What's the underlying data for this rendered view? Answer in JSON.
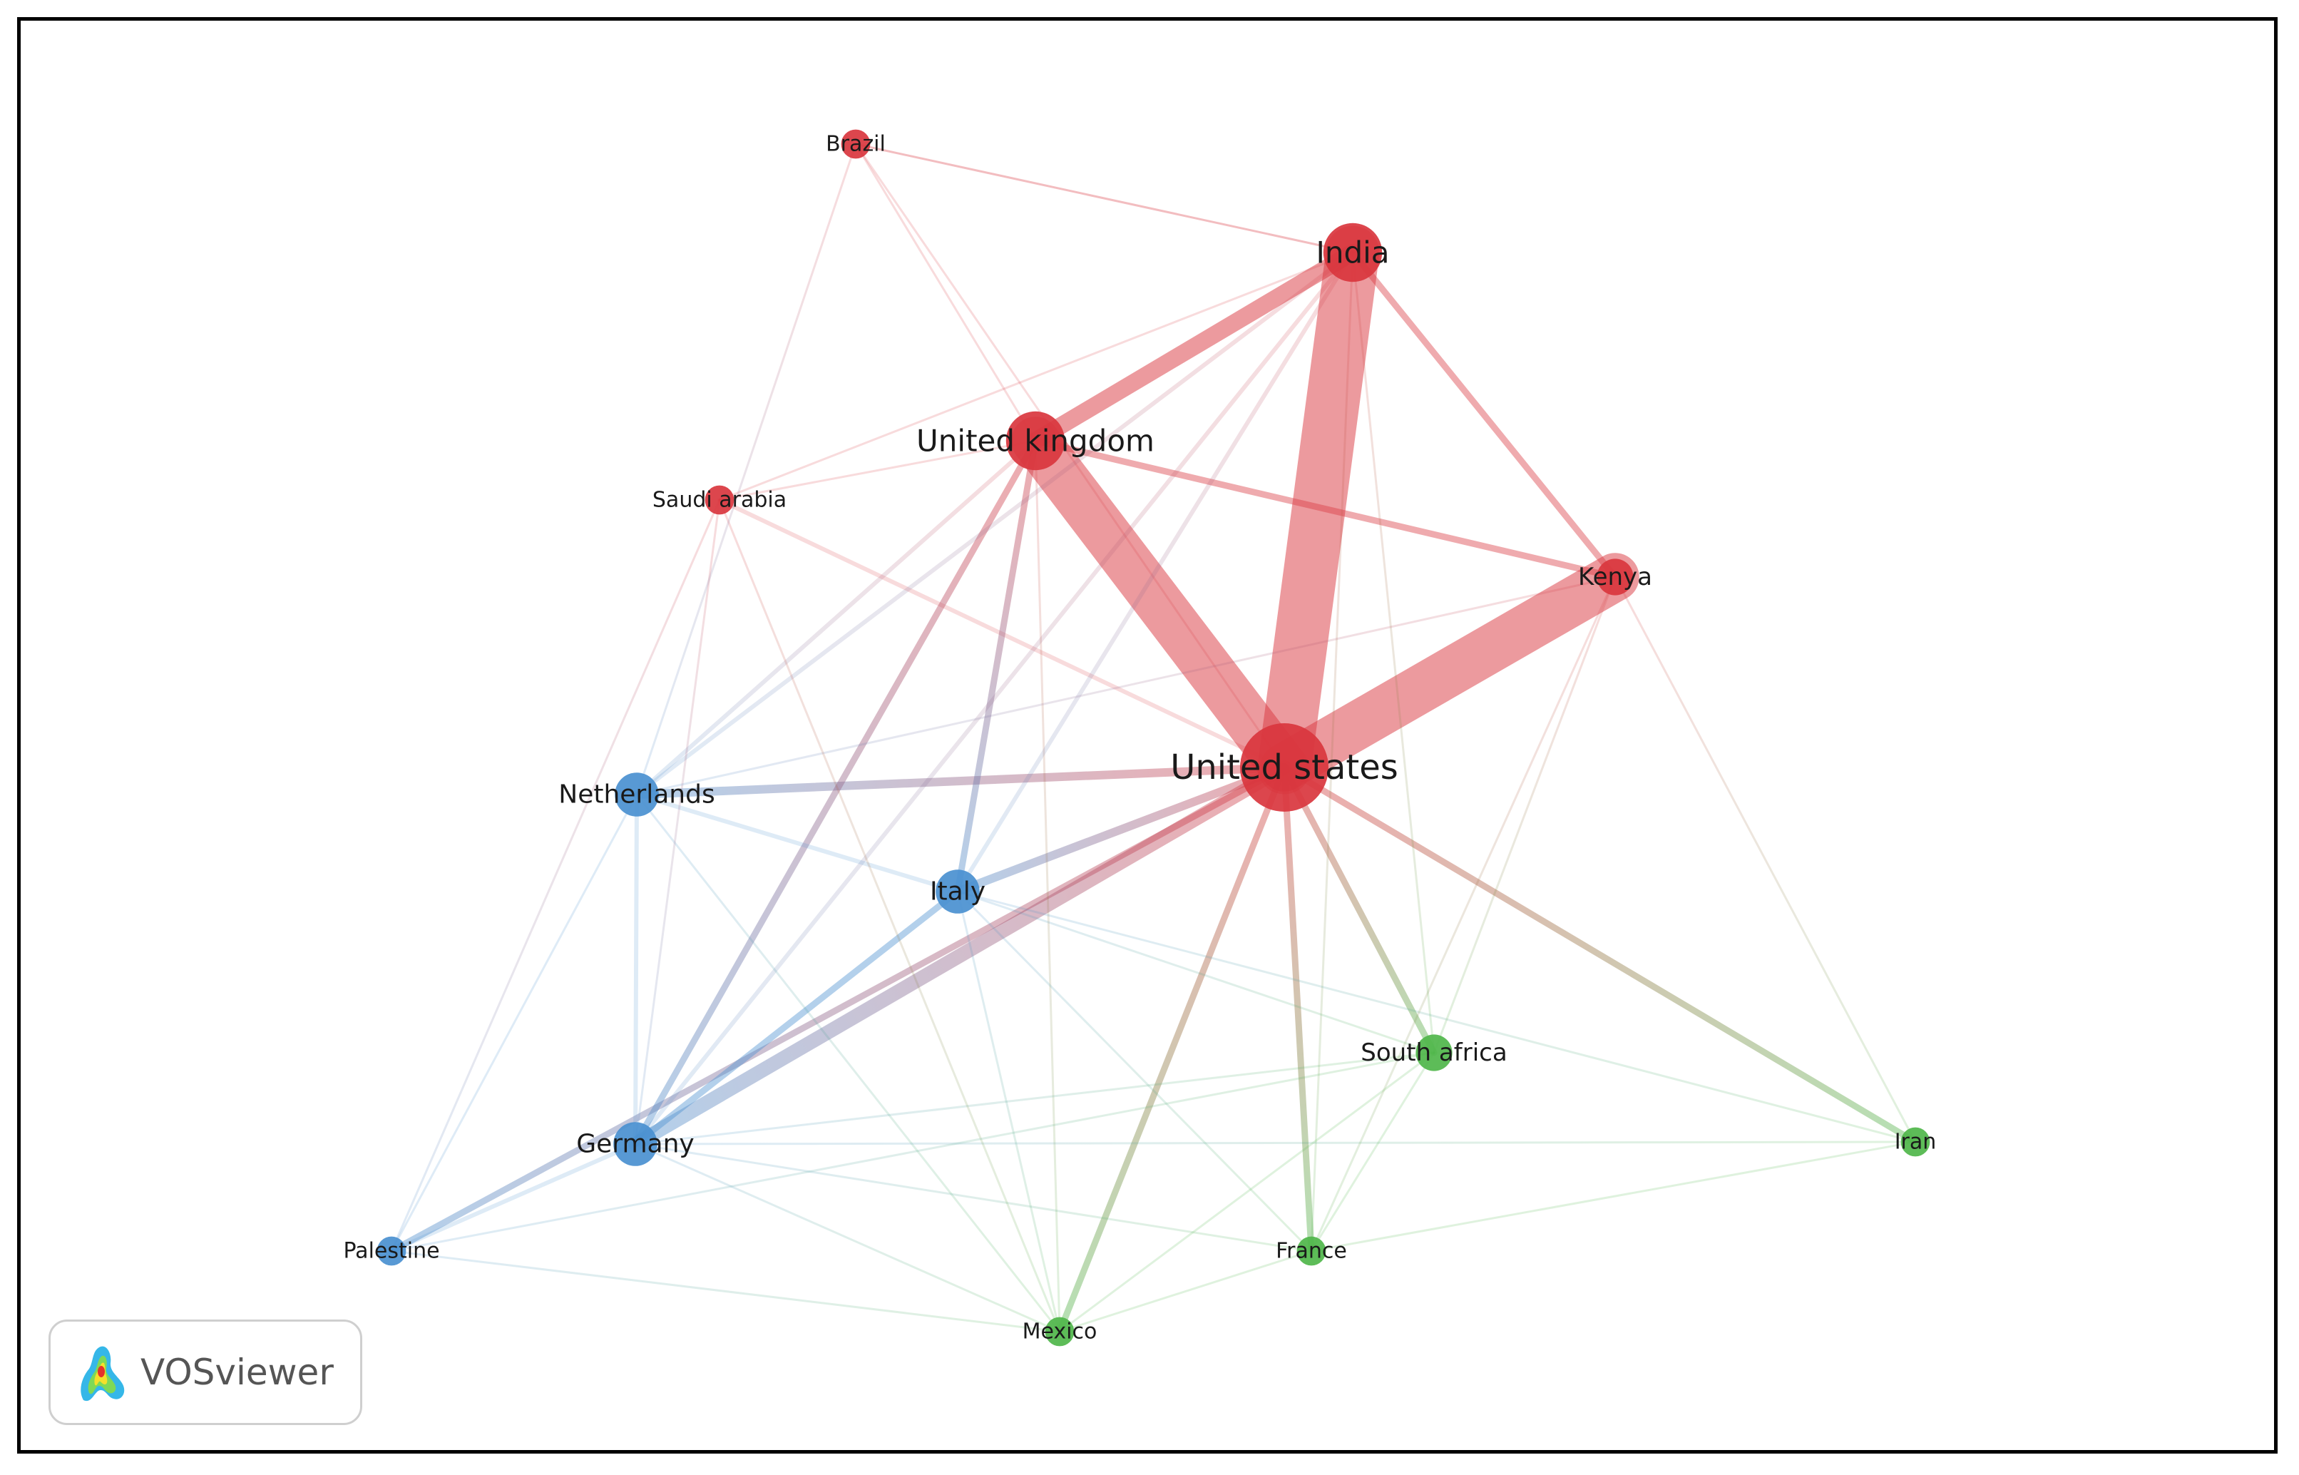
{
  "clusters": {
    "red": "#d9363e",
    "blue": "#4a90d0",
    "green": "#4fb64a"
  },
  "nodes": [
    {
      "id": "us",
      "label": "United states",
      "cluster": "red",
      "weight": 10
    },
    {
      "id": "in",
      "label": "India",
      "cluster": "red",
      "weight": 6
    },
    {
      "id": "uk",
      "label": "United kingdom",
      "cluster": "red",
      "weight": 6
    },
    {
      "id": "br",
      "label": "Brazil",
      "cluster": "red",
      "weight": 2
    },
    {
      "id": "sa",
      "label": "Saudi arabia",
      "cluster": "red",
      "weight": 2
    },
    {
      "id": "ke",
      "label": "Kenya",
      "cluster": "red",
      "weight": 3
    },
    {
      "id": "nl",
      "label": "Netherlands",
      "cluster": "blue",
      "weight": 4
    },
    {
      "id": "it",
      "label": "Italy",
      "cluster": "blue",
      "weight": 4
    },
    {
      "id": "de",
      "label": "Germany",
      "cluster": "blue",
      "weight": 4
    },
    {
      "id": "ps",
      "label": "Palestine",
      "cluster": "blue",
      "weight": 2
    },
    {
      "id": "za",
      "label": "South africa",
      "cluster": "green",
      "weight": 3
    },
    {
      "id": "ir",
      "label": "Iran",
      "cluster": "green",
      "weight": 2
    },
    {
      "id": "fr",
      "label": "France",
      "cluster": "green",
      "weight": 2
    },
    {
      "id": "mx",
      "label": "Mexico",
      "cluster": "green",
      "weight": 2
    }
  ],
  "links": [
    [
      "us",
      "in",
      10
    ],
    [
      "us",
      "uk",
      9
    ],
    [
      "us",
      "ke",
      9
    ],
    [
      "in",
      "uk",
      6
    ],
    [
      "uk",
      "ke",
      3
    ],
    [
      "in",
      "ke",
      3
    ],
    [
      "us",
      "nl",
      4
    ],
    [
      "us",
      "it",
      4
    ],
    [
      "us",
      "de",
      5
    ],
    [
      "us",
      "ps",
      3
    ],
    [
      "us",
      "za",
      3
    ],
    [
      "us",
      "ir",
      3
    ],
    [
      "us",
      "fr",
      3
    ],
    [
      "us",
      "mx",
      3
    ],
    [
      "us",
      "sa",
      2
    ],
    [
      "us",
      "br",
      1
    ],
    [
      "uk",
      "de",
      3
    ],
    [
      "uk",
      "it",
      3
    ],
    [
      "uk",
      "nl",
      2
    ],
    [
      "uk",
      "sa",
      1
    ],
    [
      "uk",
      "br",
      1
    ],
    [
      "uk",
      "mx",
      1
    ],
    [
      "in",
      "de",
      2
    ],
    [
      "in",
      "nl",
      2
    ],
    [
      "in",
      "it",
      2
    ],
    [
      "in",
      "sa",
      1
    ],
    [
      "in",
      "br",
      1
    ],
    [
      "in",
      "za",
      1
    ],
    [
      "in",
      "fr",
      1
    ],
    [
      "it",
      "de",
      3
    ],
    [
      "it",
      "nl",
      2
    ],
    [
      "it",
      "za",
      1
    ],
    [
      "it",
      "fr",
      1
    ],
    [
      "it",
      "mx",
      1
    ],
    [
      "it",
      "ir",
      1
    ],
    [
      "nl",
      "de",
      2
    ],
    [
      "nl",
      "ps",
      1
    ],
    [
      "nl",
      "ke",
      1
    ],
    [
      "nl",
      "mx",
      1
    ],
    [
      "de",
      "ps",
      2
    ],
    [
      "de",
      "za",
      1
    ],
    [
      "de",
      "fr",
      1
    ],
    [
      "de",
      "mx",
      1
    ],
    [
      "de",
      "ir",
      1
    ],
    [
      "za",
      "fr",
      1
    ],
    [
      "za",
      "mx",
      1
    ],
    [
      "za",
      "ke",
      1
    ],
    [
      "ke",
      "ir",
      1
    ],
    [
      "ke",
      "fr",
      1
    ],
    [
      "sa",
      "ps",
      1
    ],
    [
      "sa",
      "mx",
      1
    ],
    [
      "sa",
      "de",
      1
    ],
    [
      "br",
      "in",
      1
    ],
    [
      "br",
      "nl",
      1
    ],
    [
      "fr",
      "ir",
      1
    ],
    [
      "fr",
      "mx",
      1
    ],
    [
      "ps",
      "mx",
      1
    ],
    [
      "ps",
      "za",
      1
    ]
  ],
  "brand": {
    "name": "VOSviewer"
  }
}
